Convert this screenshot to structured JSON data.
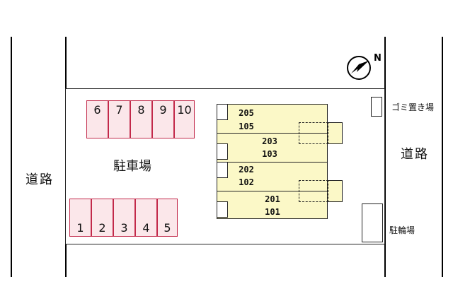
{
  "labels": {
    "road_left": "道路",
    "road_right": "道路",
    "parking": "駐車場",
    "garbage": "ゴミ置き場",
    "bicycle": "駐輪場"
  },
  "parking_spaces": {
    "top_row": [
      "6",
      "7",
      "8",
      "9",
      "10"
    ],
    "bottom_row": [
      "1",
      "2",
      "3",
      "4",
      "5"
    ]
  },
  "units": [
    {
      "upper": "205",
      "lower": "105"
    },
    {
      "upper": "203",
      "lower": "103"
    },
    {
      "upper": "202",
      "lower": "102"
    },
    {
      "upper": "201",
      "lower": "101"
    }
  ],
  "colors": {
    "parking_fill": "#fbe7ea",
    "parking_border": "#c2294a",
    "building_fill": "#fbf8c7"
  },
  "compass": {
    "letter": "N",
    "icon": "north-arrow-icon"
  }
}
